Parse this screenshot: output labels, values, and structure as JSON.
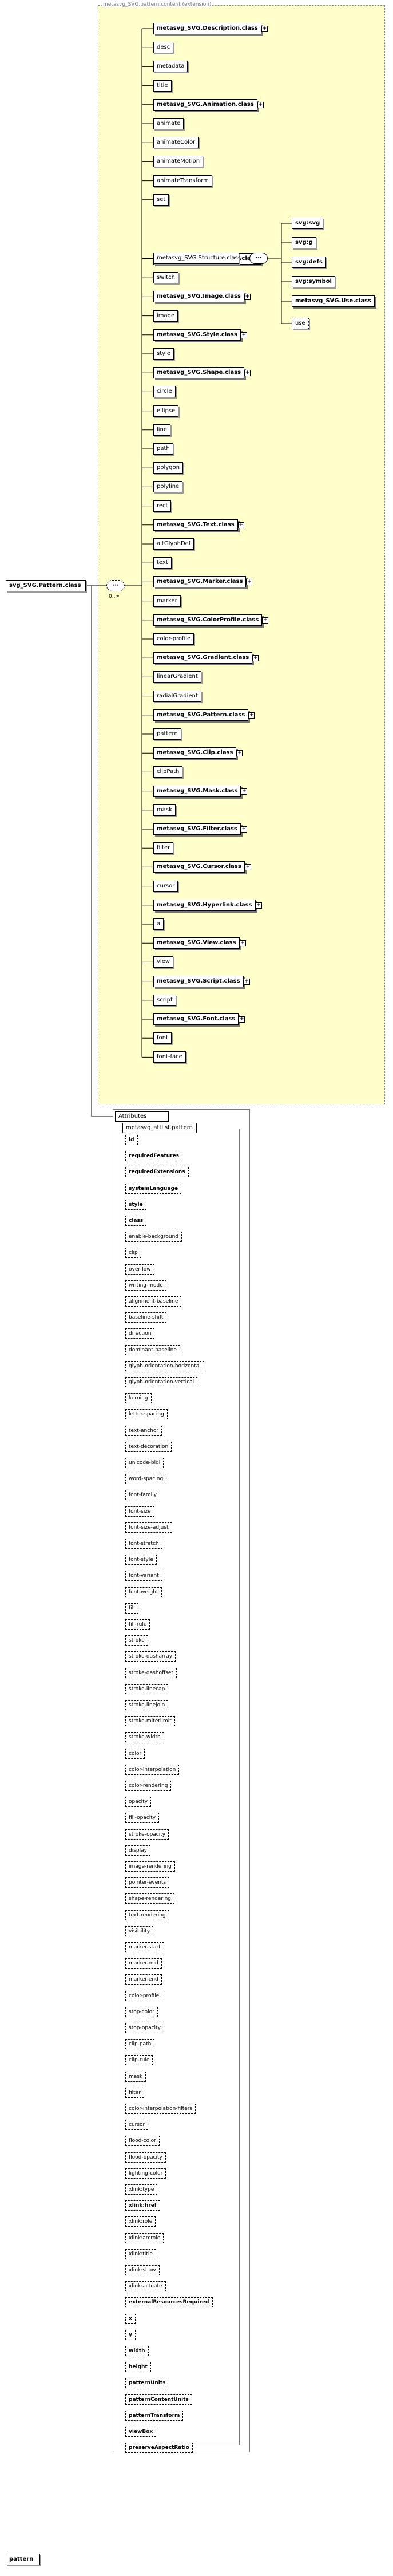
{
  "group_label": "metasvg_SVG.pattern.content (extension)",
  "root": "svg_SVG.Pattern.class",
  "cardinality": "0..∞",
  "sequence_symbol": "···",
  "structure_group": "metasvg_SVG.Structure.class",
  "structure_children": [
    "svg:svg",
    "svg:g",
    "svg:defs",
    "svg:symbol",
    "metasvg_SVG.Use.class",
    "use"
  ],
  "elements": [
    "metasvg_SVG.Description.class",
    "desc",
    "metadata",
    "title",
    "metasvg_SVG.Animation.class",
    "animate",
    "animateColor",
    "animateMotion",
    "animateTransform",
    "set",
    "metasvg_SVG.Conditional.class",
    "switch",
    "metasvg_SVG.Image.class",
    "image",
    "metasvg_SVG.Style.class",
    "style",
    "metasvg_SVG.Shape.class",
    "circle",
    "ellipse",
    "line",
    "path",
    "polygon",
    "polyline",
    "rect",
    "metasvg_SVG.Text.class",
    "altGlyphDef",
    "text",
    "metasvg_SVG.Marker.class",
    "marker",
    "metasvg_SVG.ColorProfile.class",
    "color-profile",
    "metasvg_SVG.Gradient.class",
    "linearGradient",
    "radialGradient",
    "metasvg_SVG.Pattern.class",
    "pattern",
    "metasvg_SVG.Clip.class",
    "clipPath",
    "metasvg_SVG.Mask.class",
    "mask",
    "metasvg_SVG.Filter.class",
    "filter",
    "metasvg_SVG.Cursor.class",
    "cursor",
    "metasvg_SVG.Hyperlink.class",
    "a",
    "metasvg_SVG.View.class",
    "view",
    "metasvg_SVG.Script.class",
    "script",
    "metasvg_SVG.Font.class",
    "font",
    "font-face"
  ],
  "attributes_label": "Attributes",
  "attr_group": "metasvg_attlist.pattern",
  "attributes": [
    "id",
    "requiredFeatures",
    "requiredExtensions",
    "systemLanguage",
    "style",
    "class",
    "enable-background",
    "clip",
    "overflow",
    "writing-mode",
    "alignment-baseline",
    "baseline-shift",
    "direction",
    "dominant-baseline",
    "glyph-orientation-horizontal",
    "glyph-orientation-vertical",
    "kerning",
    "letter-spacing",
    "text-anchor",
    "text-decoration",
    "unicode-bidi",
    "word-spacing",
    "font-family",
    "font-size",
    "font-size-adjust",
    "font-stretch",
    "font-style",
    "font-variant",
    "font-weight",
    "fill",
    "fill-rule",
    "stroke",
    "stroke-dasharray",
    "stroke-dashoffset",
    "stroke-linecap",
    "stroke-linejoin",
    "stroke-miterlimit",
    "stroke-width",
    "color",
    "color-interpolation",
    "color-rendering",
    "opacity",
    "fill-opacity",
    "stroke-opacity",
    "display",
    "image-rendering",
    "pointer-events",
    "shape-rendering",
    "text-rendering",
    "visibility",
    "marker-start",
    "marker-mid",
    "marker-end",
    "color-profile",
    "stop-color",
    "stop-opacity",
    "clip-path",
    "clip-rule",
    "mask",
    "filter",
    "color-interpolation-filters",
    "cursor",
    "flood-color",
    "flood-opacity",
    "lighting-color",
    "xlink:type",
    "xlink:href",
    "xlink:role",
    "xlink:arcrole",
    "xlink:title",
    "xlink:show",
    "xlink:actuate",
    "externalResourcesRequired",
    "x",
    "y",
    "width",
    "height",
    "patternUnits",
    "patternContentUnits",
    "patternTransform",
    "viewBox",
    "preserveAspectRatio"
  ],
  "footer_element": "pattern"
}
